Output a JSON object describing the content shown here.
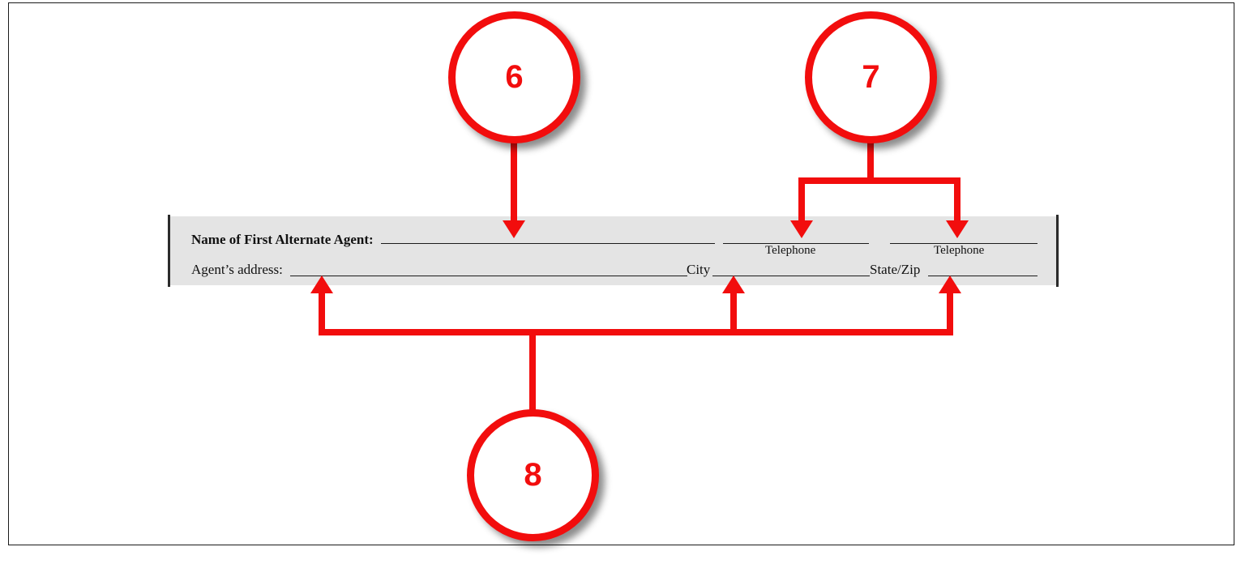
{
  "page": {
    "background_color": "#ffffff",
    "border_color": "#1a1a1a",
    "annotation_color": "#f20d0d",
    "form_band_color": "#e4e4e4"
  },
  "form": {
    "row1": {
      "label": "Name of First Alternate Agent:",
      "telephone_caption_1": "Telephone",
      "telephone_caption_2": "Telephone"
    },
    "row2": {
      "label": "Agent’s address:",
      "city_label": "City",
      "state_zip_label": "State/Zip"
    }
  },
  "callouts": [
    {
      "id": "callout-6",
      "number": "6",
      "targets": [
        "name-field"
      ]
    },
    {
      "id": "callout-7",
      "number": "7",
      "targets": [
        "telephone-field-1",
        "telephone-field-2"
      ]
    },
    {
      "id": "callout-8",
      "number": "8",
      "targets": [
        "address-field",
        "city-field",
        "state-zip-field"
      ]
    }
  ]
}
